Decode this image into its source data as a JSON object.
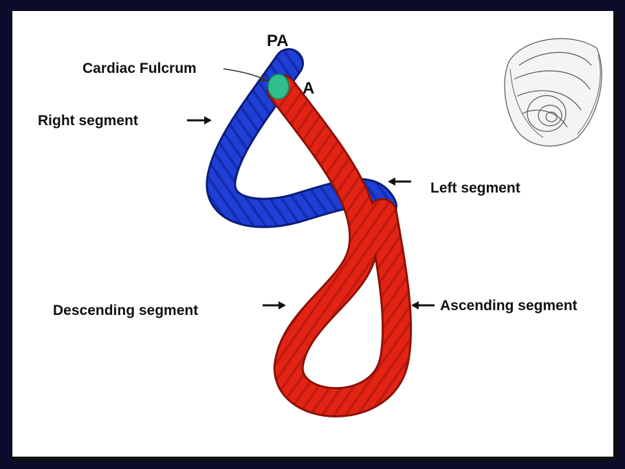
{
  "labels": {
    "pa": "PA",
    "a": "A",
    "cardiac_fulcrum": "Cardiac Fulcrum",
    "right_segment": "Right segment",
    "left_segment": "Left segment",
    "descending_segment": "Descending segment",
    "ascending_segment": "Ascending segment"
  },
  "colors": {
    "blue_segment": "#1f3fd6",
    "red_segment": "#e32414",
    "fulcrum": "#2fbf8f",
    "border": "#0b0b2a"
  },
  "icons": [
    "arrow-right-icon",
    "arrow-left-icon",
    "heart-sketch-illustration"
  ]
}
